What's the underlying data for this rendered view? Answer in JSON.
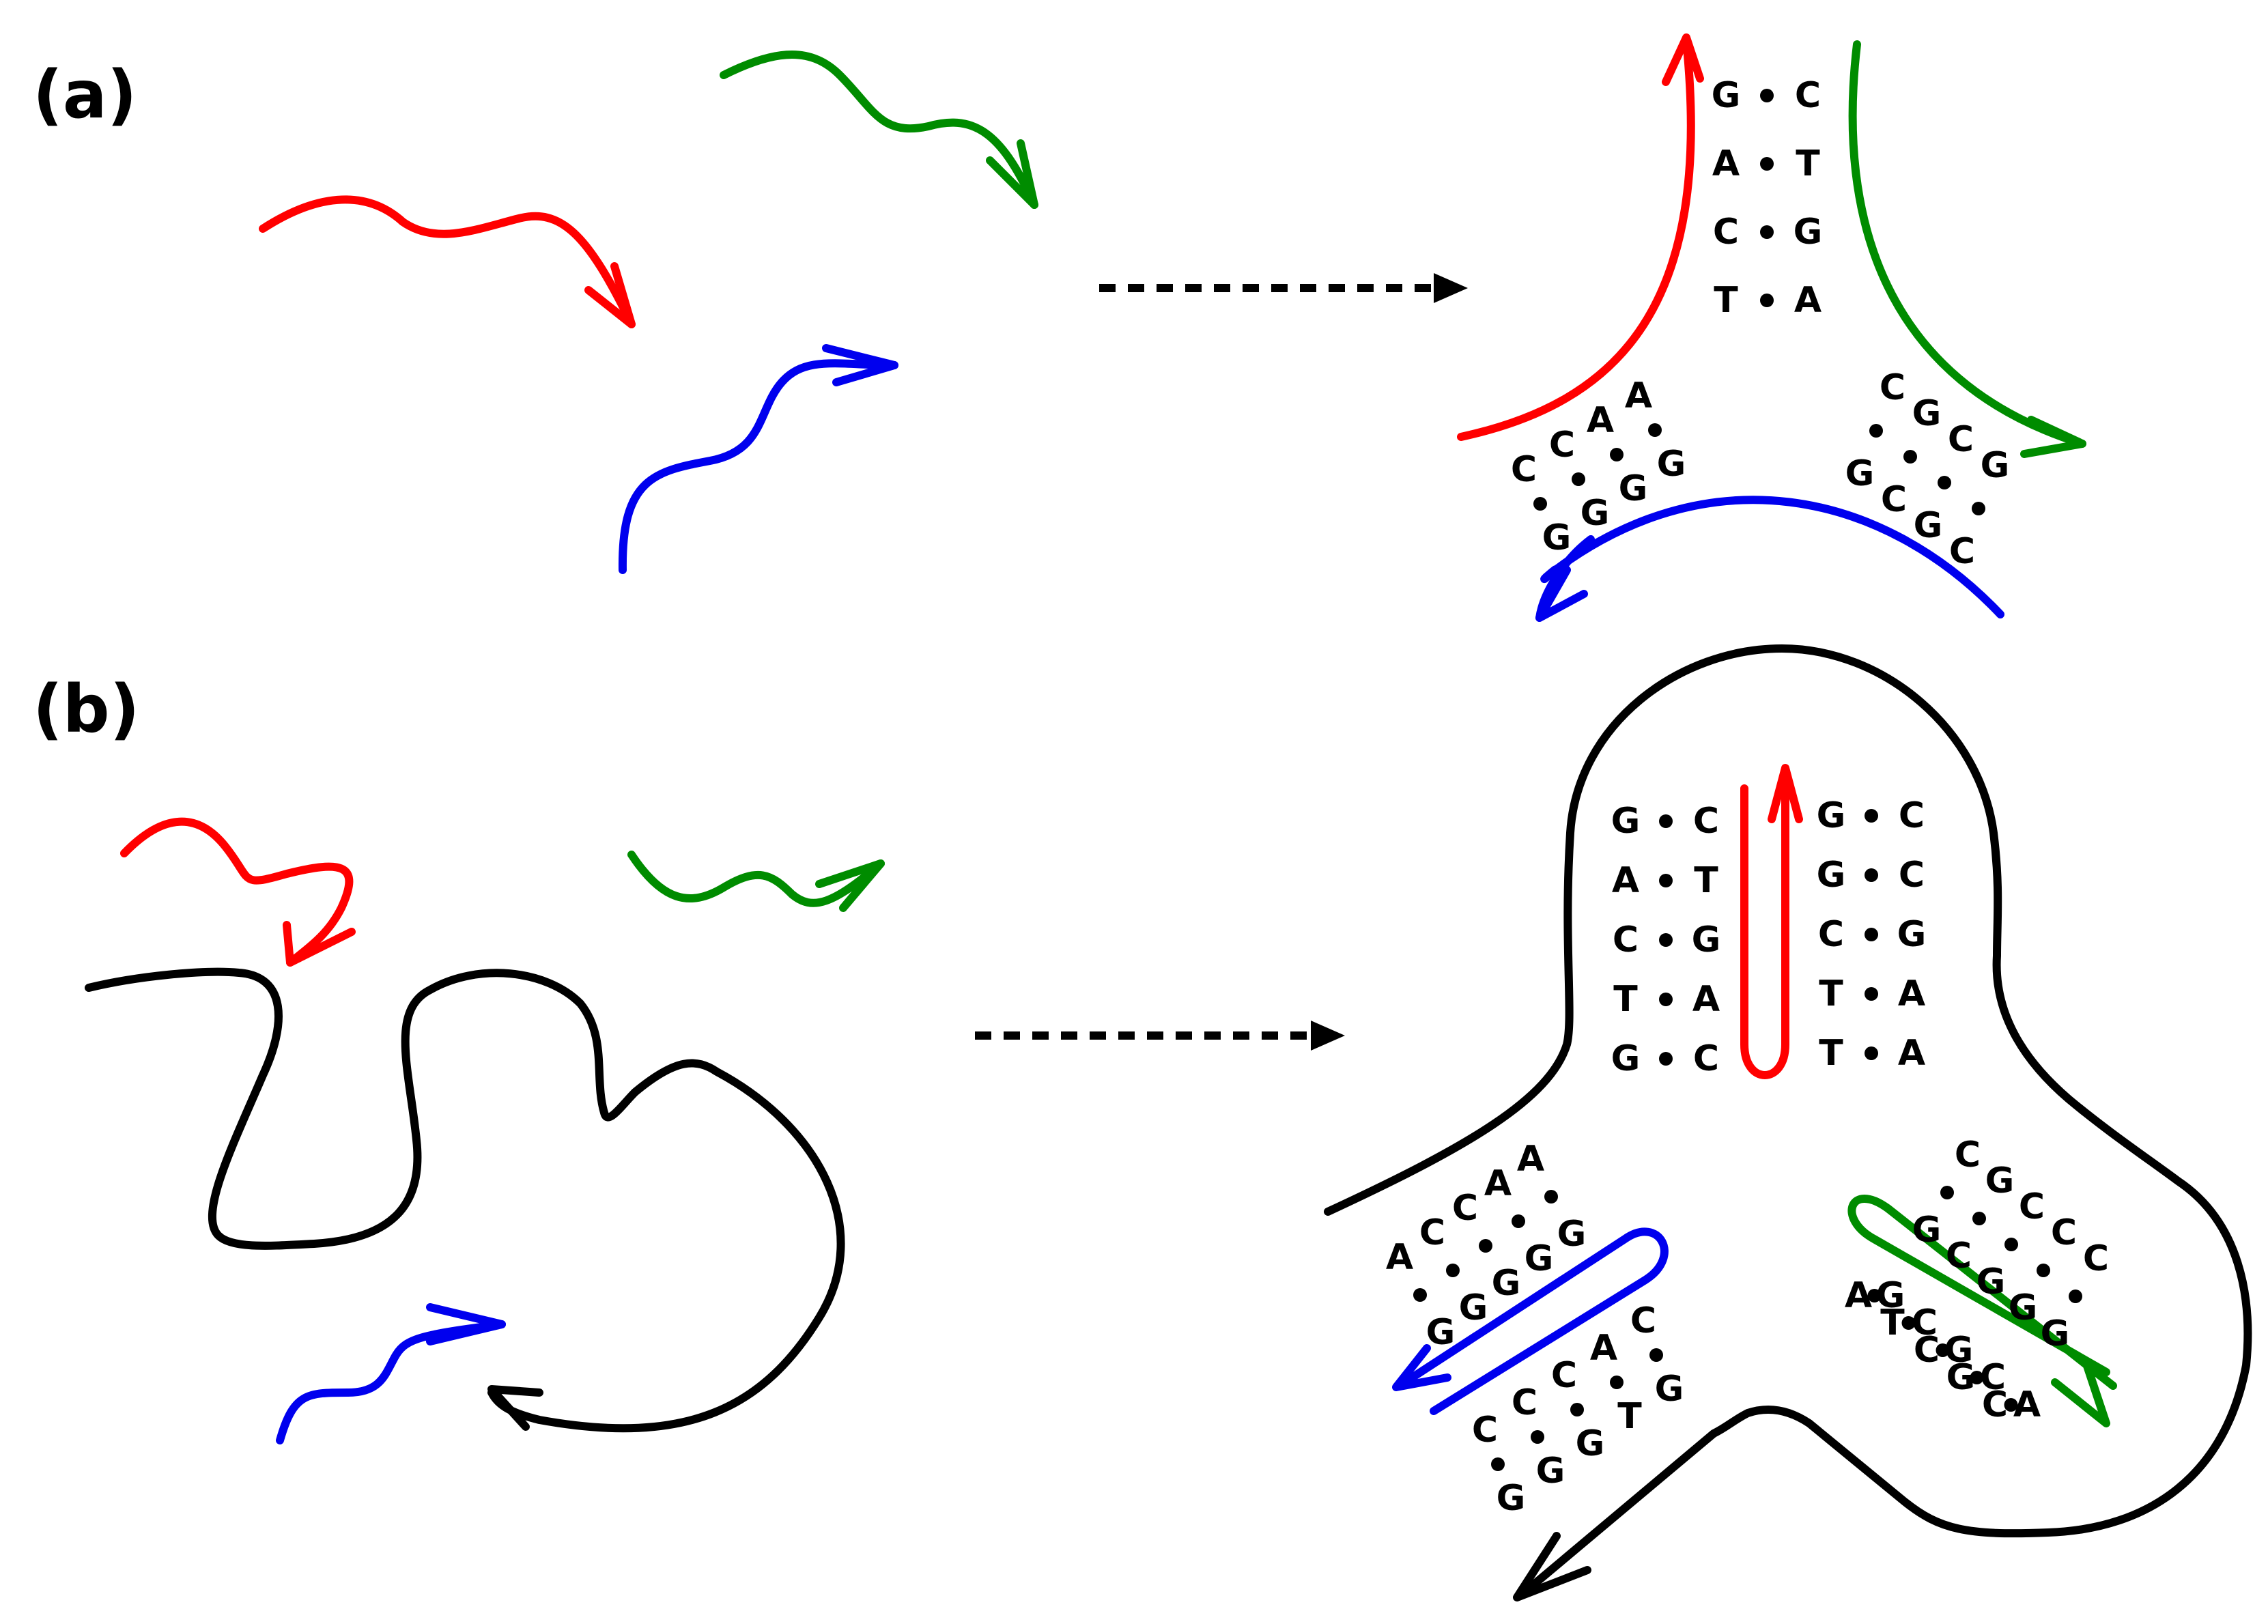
{
  "colors": {
    "red": "#ff0000",
    "green": "#008c00",
    "blue": "#0000ee",
    "black": "#000000"
  },
  "panels": {
    "a": {
      "label": "(a)",
      "top_pairs": [
        [
          "G",
          "C"
        ],
        [
          "A",
          "T"
        ],
        [
          "C",
          "G"
        ],
        [
          "T",
          "A"
        ]
      ],
      "left_pairs": [
        [
          "C",
          "G"
        ],
        [
          "C",
          "G"
        ],
        [
          "A",
          "G"
        ],
        [
          "A",
          "G"
        ]
      ],
      "right_pairs": [
        [
          "C",
          "G"
        ],
        [
          "G",
          "C"
        ],
        [
          "C",
          "G"
        ],
        [
          "G",
          "C"
        ]
      ]
    },
    "b": {
      "label": "(b)",
      "top_left_pairs": [
        [
          "G",
          "C"
        ],
        [
          "A",
          "T"
        ],
        [
          "C",
          "G"
        ],
        [
          "T",
          "A"
        ],
        [
          "G",
          "C"
        ]
      ],
      "top_right_pairs": [
        [
          "G",
          "C"
        ],
        [
          "G",
          "C"
        ],
        [
          "C",
          "G"
        ],
        [
          "T",
          "A"
        ],
        [
          "T",
          "A"
        ]
      ],
      "left_upper_pairs": [
        [
          "A",
          "G"
        ],
        [
          "C",
          "G"
        ],
        [
          "C",
          "G"
        ],
        [
          "A",
          "G"
        ],
        [
          "A",
          "G"
        ]
      ],
      "left_lower_pairs": [
        [
          "C",
          "G"
        ],
        [
          "C",
          "G"
        ],
        [
          "C",
          "G"
        ],
        [
          "A",
          "T"
        ],
        [
          "C",
          "G"
        ]
      ],
      "right_upper_pairs": [
        [
          "C",
          "G"
        ],
        [
          "G",
          "C"
        ],
        [
          "C",
          "G"
        ],
        [
          "C",
          "G"
        ],
        [
          "C",
          "G"
        ]
      ],
      "right_lower_pairs": [
        [
          "A",
          "G"
        ],
        [
          "T",
          "C"
        ],
        [
          "C",
          "G"
        ],
        [
          "G",
          "C"
        ],
        [
          "C",
          "A"
        ]
      ]
    }
  }
}
